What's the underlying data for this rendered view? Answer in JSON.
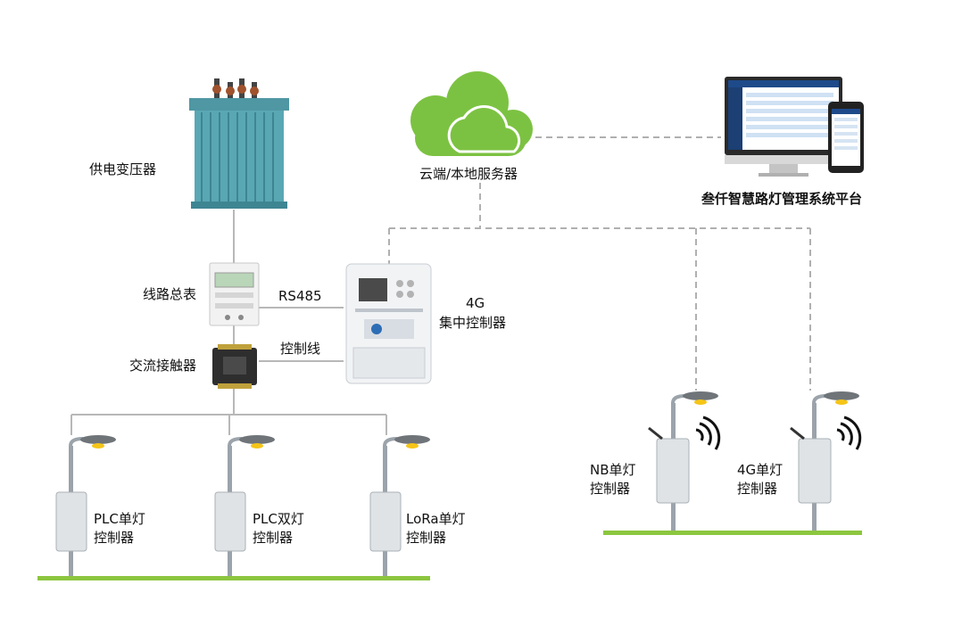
{
  "labels": {
    "transformer": "供电变压器",
    "cloud": "云端/本地服务器",
    "platform": "叁仟智慧路灯管理系统平台",
    "meter": "线路总表",
    "rs485": "RS485",
    "concentrator_line1": "4G",
    "concentrator_line2": "集中控制器",
    "contactor": "交流接触器",
    "control_line": "控制线",
    "plc_single_line1": "PLC单灯",
    "plc_single_line2": "控制器",
    "plc_double_line1": "PLC双灯",
    "plc_double_line2": "控制器",
    "lora_single_line1": "LoRa单灯",
    "lora_single_line2": "控制器",
    "nb_single_line1": "NB单灯",
    "nb_single_line2": "控制器",
    "g4_single_line1": "4G单灯",
    "g4_single_line2": "控制器"
  },
  "colors": {
    "cloud_green": "#7cc242",
    "ground_green": "#8cc63f",
    "transformer_teal": "#5aa7b4",
    "line_gray": "#b0b0b0",
    "lamp_yellow": "#f5c518"
  }
}
